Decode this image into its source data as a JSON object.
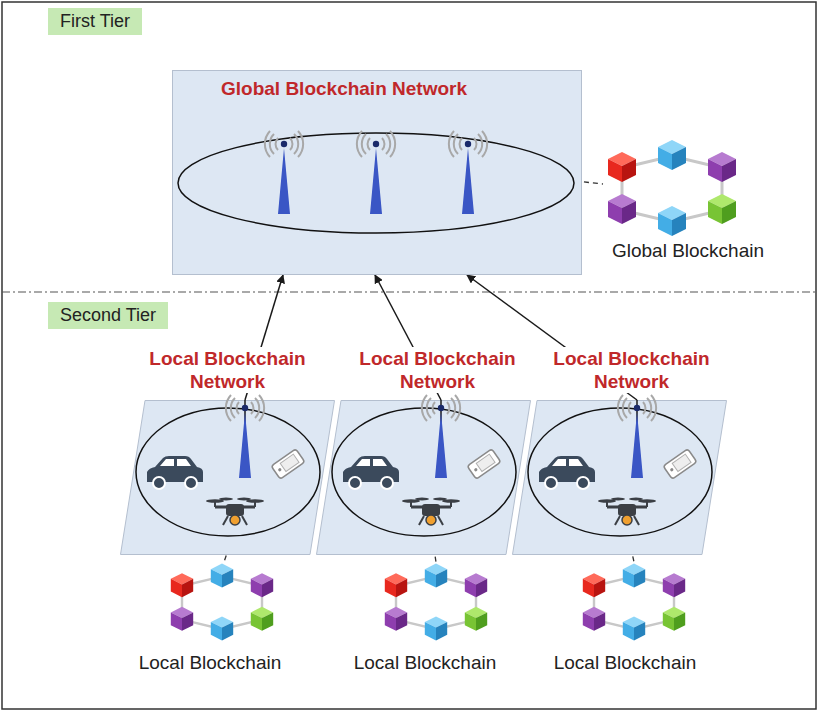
{
  "diagram": {
    "nodes": [
      {
        "text": [
          "First Tier"
        ]
      },
      {
        "text": [
          "Global Blockchain Network"
        ]
      },
      {
        "text": [
          "Second Tier"
        ]
      },
      {
        "text": [
          "Local Blockchain Network"
        ]
      },
      {
        "text": [
          "Local Blockchain Network"
        ]
      },
      {
        "text": [
          "Local Blockchain Network"
        ]
      }
    ],
    "edges": [
      {
        "from": 3,
        "to": 1,
        "arrow": "to"
      },
      {
        "from": 4,
        "to": 1,
        "arrow": "to"
      },
      {
        "from": 5,
        "to": 1,
        "arrow": "to"
      }
    ],
    "labels": [
      "Global Blockchain",
      "Local Blockchain",
      "Local Blockchain",
      "Local Blockchain"
    ]
  }
}
